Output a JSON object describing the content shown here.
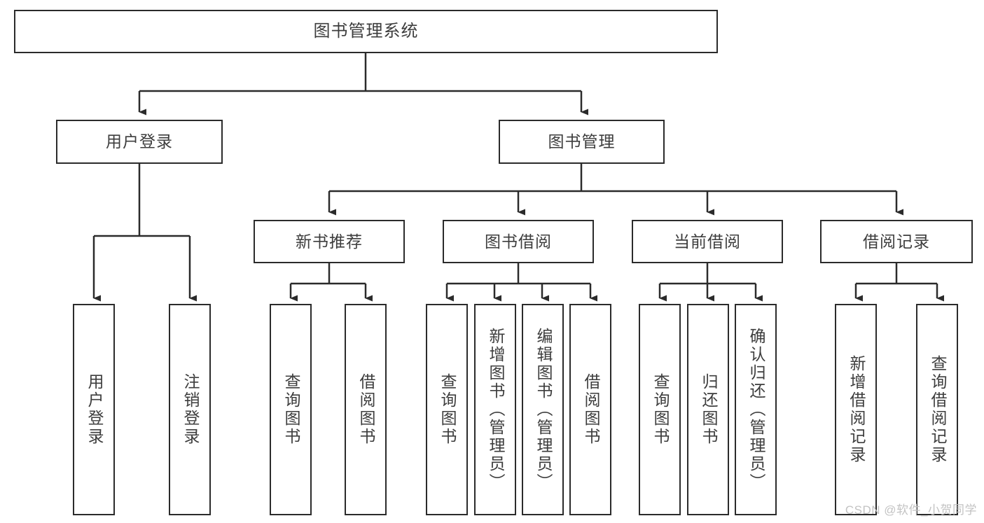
{
  "diagram": {
    "title": "图书管理系统",
    "type": "tree-hierarchy-chart",
    "watermark": "CSDN @软件_小贺同学",
    "colors": {
      "border": "#2b2b2b",
      "text": "#3d3d3d",
      "background": "#ffffff",
      "connector": "#2b2b2b",
      "watermark": "#c3c3c3"
    },
    "nodes": {
      "root": {
        "label": "图书管理系统"
      },
      "level2": [
        {
          "label": "用户登录"
        },
        {
          "label": "图书管理"
        }
      ],
      "level3": [
        {
          "label": "新书推荐"
        },
        {
          "label": "图书借阅"
        },
        {
          "label": "当前借阅"
        },
        {
          "label": "借阅记录"
        }
      ],
      "leaves": [
        {
          "label": "用户登录"
        },
        {
          "label": "注销登录"
        },
        {
          "label": "查询图书"
        },
        {
          "label": "借阅图书"
        },
        {
          "label": "查询图书"
        },
        {
          "label": "新增图书（管理员）"
        },
        {
          "label": "编辑图书（管理员）"
        },
        {
          "label": "借阅图书"
        },
        {
          "label": "查询图书"
        },
        {
          "label": "归还图书"
        },
        {
          "label": "确认归还（管理员）"
        },
        {
          "label": "新增借阅记录"
        },
        {
          "label": "查询借阅记录"
        }
      ]
    }
  }
}
